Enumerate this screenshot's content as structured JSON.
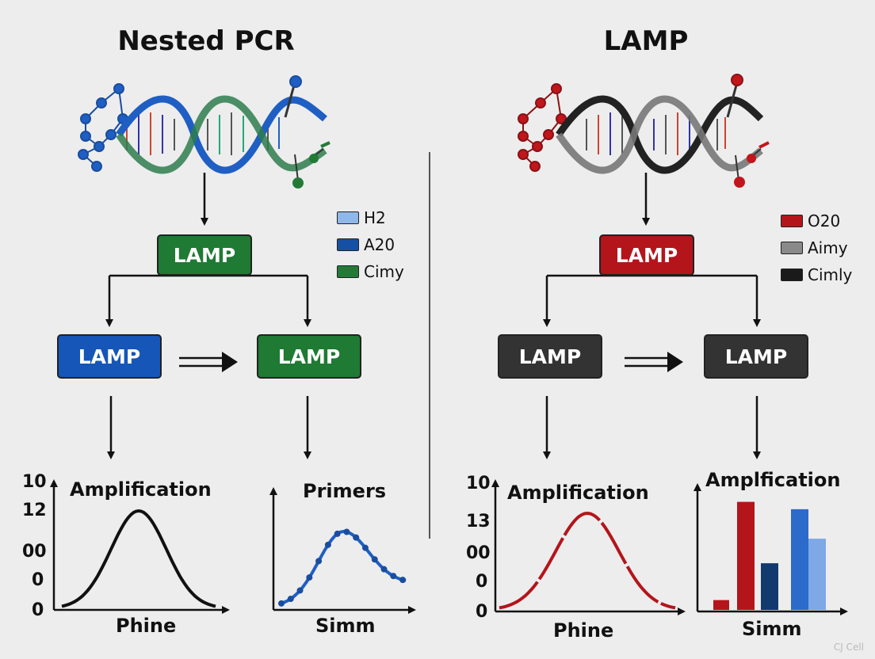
{
  "left": {
    "title": "Nested PCR",
    "top_box": "LAMP",
    "left_box": "LAMP",
    "right_box": "LAMP",
    "legend": [
      {
        "label": "H2",
        "color": "#8fb8ea"
      },
      {
        "label": "A20",
        "color": "#1650a5"
      },
      {
        "label": "Cimy",
        "color": "#237a36"
      }
    ],
    "colors": {
      "top": "#1f7a33",
      "left": "#1556b8",
      "right": "#1f7a33"
    },
    "chart1": {
      "title": "Amplification",
      "xlabel": "Phine",
      "yticks": [
        "10",
        "12",
        "00",
        "0",
        "0"
      ]
    },
    "chart2": {
      "title": "Primers",
      "xlabel": "Simm"
    }
  },
  "right": {
    "title": "LAMP",
    "top_box": "LAMP",
    "left_box": "LAMP",
    "right_box": "LAMP",
    "legend": [
      {
        "label": "O20",
        "color": "#b3151b"
      },
      {
        "label": "Aimy",
        "color": "#8a8a8a"
      },
      {
        "label": "Cimly",
        "color": "#1a1a1a"
      }
    ],
    "colors": {
      "top": "#b3151b",
      "left": "#333333",
      "right": "#333333"
    },
    "chart1": {
      "title": "Amplification",
      "xlabel": "Phine",
      "yticks": [
        "10",
        "13",
        "00",
        "0",
        "0"
      ]
    },
    "chart2": {
      "title": "Amplfication",
      "xlabel": "Simm"
    }
  },
  "chart_data": [
    {
      "type": "line",
      "title": "Amplification",
      "xlabel": "Phine",
      "description_series": [
        {
          "values": [
            0.02,
            0.2,
            0.7,
            1.0,
            0.7,
            0.2,
            0.02
          ]
        }
      ]
    },
    {
      "type": "line",
      "title": "Primers",
      "xlabel": "Simm",
      "series": [
        {
          "values": [
            0.05,
            0.25,
            0.6,
            0.8,
            0.6,
            0.35,
            0.25
          ]
        }
      ]
    },
    {
      "type": "line",
      "title": "Amplification",
      "xlabel": "Phine",
      "series": [
        {
          "values": [
            0.02,
            0.2,
            0.7,
            1.0,
            0.7,
            0.2,
            0.02
          ]
        }
      ]
    },
    {
      "type": "bar",
      "title": "Amplfication",
      "xlabel": "Simm",
      "series": [
        {
          "values": [
            0.08,
            0.88,
            0.38,
            0.82,
            0.58
          ]
        }
      ],
      "colors": [
        "#b3151b",
        "#b3151b",
        "#123a6e",
        "#2c6bc9",
        "#7ea8e6"
      ]
    }
  ],
  "watermark": "CJ Cell"
}
